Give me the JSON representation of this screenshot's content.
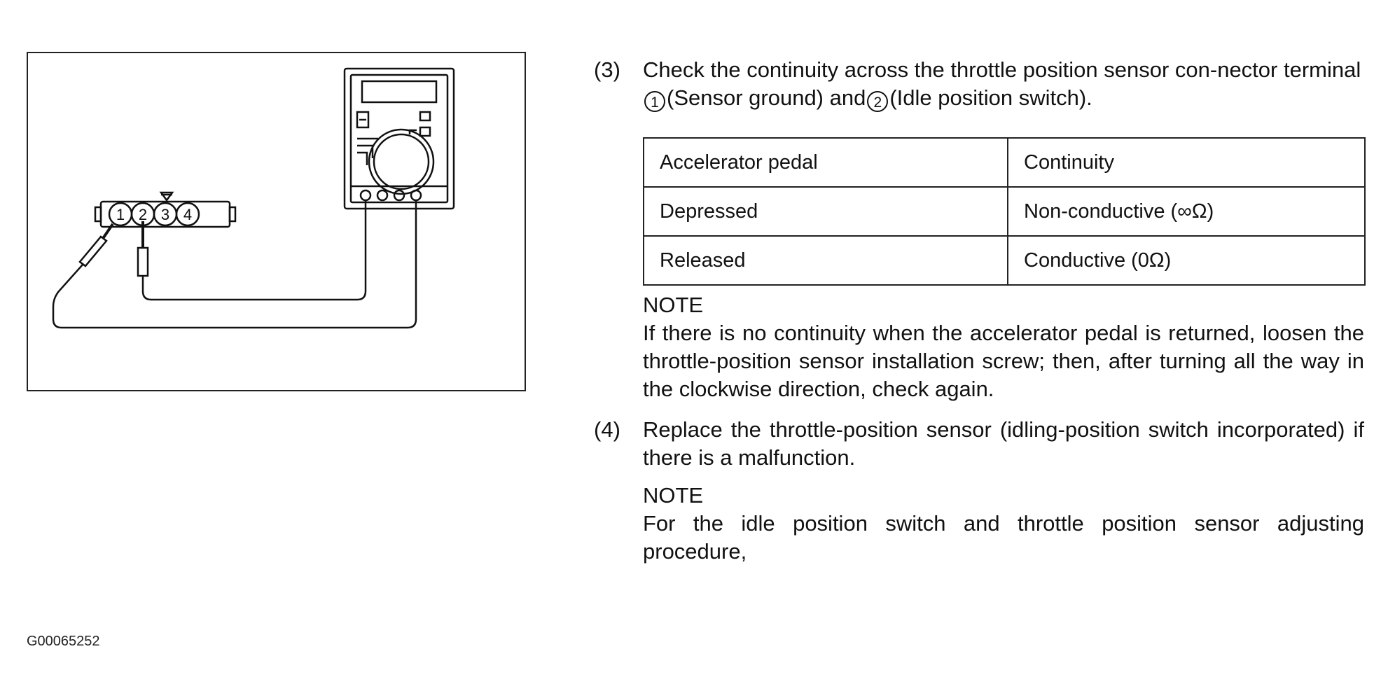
{
  "figure": {
    "connector_terminals": [
      "1",
      "2",
      "3",
      "4"
    ],
    "figure_id": "G00065252"
  },
  "step3": {
    "number": "(3)",
    "text_a": "Check the continuity across the throttle position sensor con-nector terminal",
    "terminal_1": "1",
    "text_b": "(Sensor ground) and",
    "terminal_2": "2",
    "text_c": "(Idle position switch)."
  },
  "table": {
    "headers": [
      "Accelerator pedal",
      "Continuity"
    ],
    "rows": [
      [
        "Depressed",
        "Non-conductive (∞Ω)"
      ],
      [
        "Released",
        "Conductive (0Ω)"
      ]
    ]
  },
  "note1": {
    "heading": "NOTE",
    "text": "If there is no continuity when the accelerator pedal is returned, loosen the throttle-position sensor installation screw; then, after turning all the way in the clockwise direction, check again."
  },
  "step4": {
    "number": "(4)",
    "text": "Replace the throttle-position sensor (idling-position switch incorporated) if there is a malfunction."
  },
  "note2": {
    "heading": "NOTE",
    "text": "For the idle position switch and throttle position sensor adjusting procedure,"
  }
}
